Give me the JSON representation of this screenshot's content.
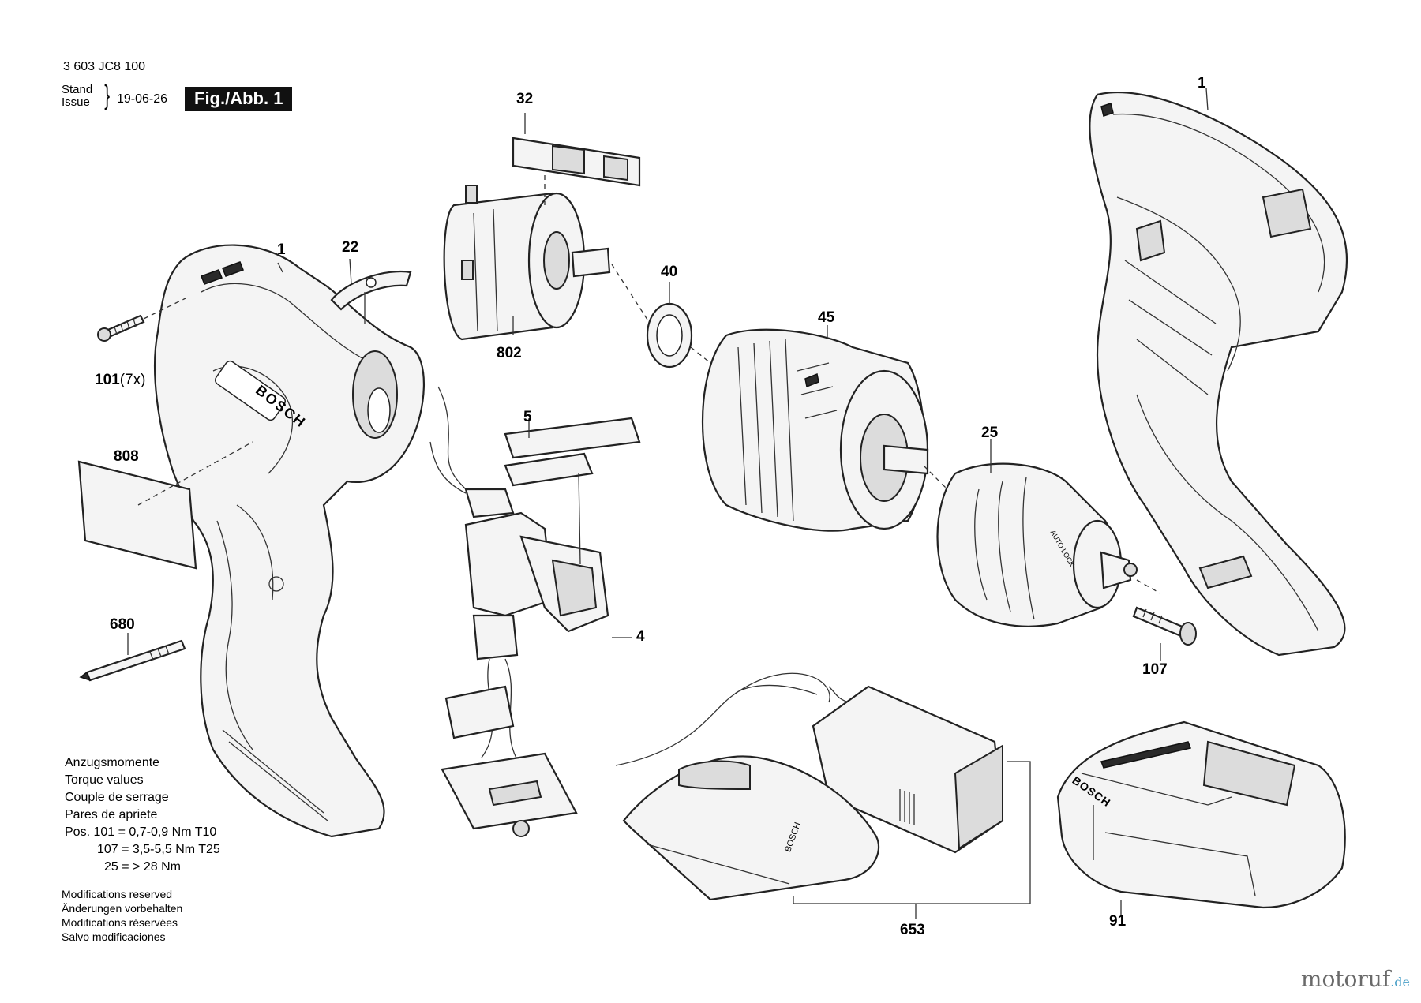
{
  "header": {
    "doc_number": "3 603 JC8 100",
    "stand_label": "Stand",
    "issue_label": "Issue",
    "brace": "}",
    "date": "19-06-26",
    "fig_label": "Fig./Abb. 1"
  },
  "callouts": {
    "c1_left": "1",
    "c1_right": "1",
    "c4": "4",
    "c5": "5",
    "c22": "22",
    "c25": "25",
    "c32": "32",
    "c40": "40",
    "c45": "45",
    "c91": "91",
    "c101": "101",
    "c101_qty": "(7x)",
    "c107": "107",
    "c653": "653",
    "c680": "680",
    "c802": "802",
    "c808": "808"
  },
  "torque": {
    "lines": [
      "Anzugsmomente",
      "Torque values",
      "Couple de serrage",
      "Pares de apriete",
      "Pos. 101 = 0,7-0,9 Nm T10",
      "107 = 3,5-5,5 Nm T25",
      "25 = > 28 Nm"
    ]
  },
  "modifications": {
    "lines": [
      "Modifications reserved",
      "Änderungen vorbehalten",
      "Modifications réservées",
      "Salvo modificaciones"
    ]
  },
  "brand_markings": [
    "BOSCH",
    "AUTO LOCK"
  ],
  "watermark": {
    "name": "motoruf",
    "tld": ".de"
  }
}
